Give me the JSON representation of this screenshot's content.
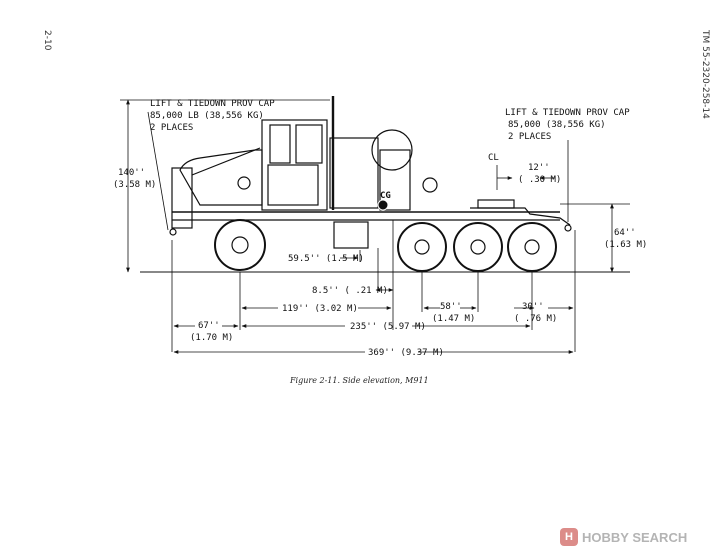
{
  "page": {
    "page_number": "2-10",
    "tm_reference": "TM 55-2320-258-14",
    "caption": "Figure 2-11. Side elevation, M911"
  },
  "labels": {
    "lift_front_line1": "LIFT & TIEDOWN PROV CAP",
    "lift_front_line2": "85,000 LB (38,556 KG)",
    "lift_front_line3": "2 PLACES",
    "lift_rear_line1": "LIFT & TIEDOWN PROV CAP",
    "lift_rear_line2": "85,000 (38,556 KG)",
    "lift_rear_line3": "2 PLACES",
    "cl": "CL",
    "cg": "CG"
  },
  "dimensions": {
    "height_in": "140''",
    "height_m": "(3.58 M)",
    "fifth_wheel_offset_in": "12''",
    "fifth_wheel_offset_m": "( .30 M)",
    "rear_height_in": "64''",
    "rear_height_m": "(1.63 M)",
    "ground_clear_1": "59.5'' (1.5 M)",
    "ground_clear_2": "8.5'' ( .21 M)",
    "wheelbase_1": "119'' (3.02 M)",
    "tandem_in": "58''",
    "tandem_m": "(1.47 M)",
    "rear_overhang_in": "30''",
    "rear_overhang_m": "( .76 M)",
    "front_overhang_in": "67''",
    "front_overhang_m": "(1.70 M)",
    "wheelbase_2": "235'' (5.97 M)",
    "overall_length": "369'' (9.37 M)"
  },
  "watermark": {
    "badge": "H",
    "text": "HOBBY SEARCH"
  }
}
